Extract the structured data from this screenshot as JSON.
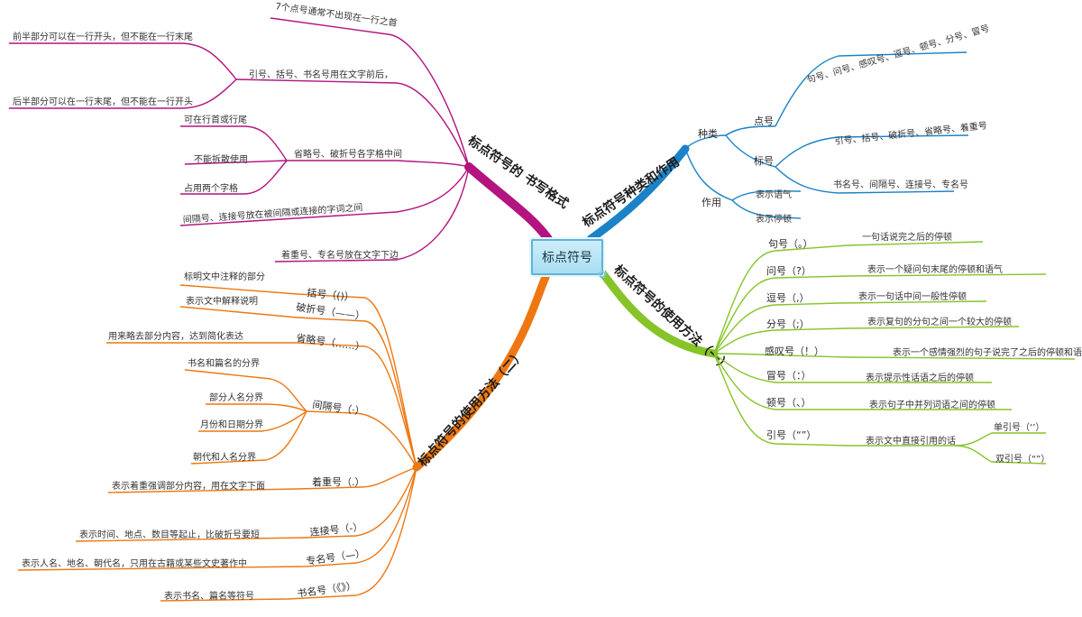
{
  "root": {
    "label": "标点符号"
  },
  "branches": {
    "format": {
      "label": "标点符号的 书写格式",
      "color": "#b3147f",
      "items": [
        {
          "label": "7个点号通常不出现在一行之首"
        },
        {
          "label": "引号、括号、书名号用在文字前后，",
          "children": [
            "前半部分可以在一行开头，但不能在一行末尾",
            "后半部分可以在一行末尾，但不能在一行开头"
          ]
        },
        {
          "label": "省略号、破折号各字格中间",
          "children": [
            "可在行首或行尾",
            "不能拆散使用",
            "占用两个字格"
          ]
        },
        {
          "label": "间隔号、连接号放在被间隔或连接的字词之间"
        },
        {
          "label": "着重号、专名号放在文字下边"
        }
      ]
    },
    "types": {
      "label": "标点符号种类和作用",
      "color": "#1b82c7",
      "kinds_label": "种类",
      "dianhao": {
        "label": "点号",
        "desc": "句号、问号、感叹号、逗号、顿号、分号、冒号"
      },
      "biaohao": {
        "label": "标号",
        "desc1": "引号、括号、破折号、省略号、着重号",
        "desc2": "书名号、间隔号、连接号、专名号"
      },
      "function_label": "作用",
      "functions": [
        "表示语气",
        "表示停顿"
      ]
    },
    "usage1": {
      "label": "标点符号的使用方法（一）",
      "color": "#86c42a",
      "items": [
        {
          "name": "句号（。）",
          "desc": "一句话说完之后的停顿"
        },
        {
          "name": "问号（?）",
          "desc": "表示一个疑问句末尾的停顿和语气"
        },
        {
          "name": "逗号（,）",
          "desc": "表示一句话中间一般性停顿"
        },
        {
          "name": "分号（;）",
          "desc": "表示复句的分句之间一个较大的停顿"
        },
        {
          "name": "感叹号（！）",
          "desc": "表示一个感情强烈的句子说完了之后的停顿和语气"
        },
        {
          "name": "冒号（：）",
          "desc": "表示提示性话语之后的停顿"
        },
        {
          "name": "顿号（、）",
          "desc": "表示句子中并列词语之间的停顿"
        },
        {
          "name": "引号（“”）",
          "desc": "表示文中直接引用的话",
          "children": [
            "单引号（‘’）",
            "双引号（“”）"
          ]
        }
      ]
    },
    "usage2": {
      "label": "标点符号的使用方法（二）",
      "color": "#ee7711",
      "items": [
        {
          "name": "括号（()）",
          "desc": "标明文中注释的部分"
        },
        {
          "name": "破折号（——）",
          "desc": "表示文中解释说明"
        },
        {
          "name": "省略号（……）",
          "desc": "用来略去部分内容，达到简化表达"
        },
        {
          "name": "间隔号（·）",
          "children": [
            "书名和篇名的分界",
            "部分人名分界",
            "月份和日期分界",
            "朝代和人名分界"
          ]
        },
        {
          "name": "着重号（.）",
          "desc": "表示着重强调部分内容，用在文字下面"
        },
        {
          "name": "连接号（-）",
          "desc": "表示时间、地点、数目等起止，比破折号要短"
        },
        {
          "name": "专名号（—）",
          "desc": "表示人名、地名、朝代名，只用在古籍或某些文史著作中"
        },
        {
          "name": "书名号（《》）",
          "desc": "表示书名、篇名等符号"
        }
      ]
    }
  }
}
